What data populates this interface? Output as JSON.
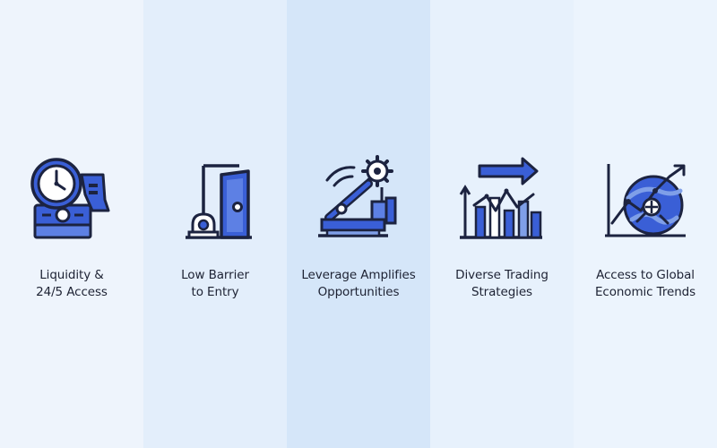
{
  "colors": {
    "panel_backgrounds": [
      "#eef4fc",
      "#e3eefb",
      "#d5e6f9",
      "#e7f1fc",
      "#ecf4fd"
    ],
    "icon_stroke": "#1c2340",
    "icon_blue": "#3a5fd6",
    "icon_blue_light": "#7f9fe8",
    "text": "#1d2233"
  },
  "panels": [
    {
      "icon": "clock-and-cash-icon",
      "label_lines": [
        "Liquidity &",
        "24/5 Access"
      ]
    },
    {
      "icon": "open-door-icon",
      "label_lines": [
        "Low Barrier",
        "to Entry"
      ]
    },
    {
      "icon": "lever-and-gear-icon",
      "label_lines": [
        "Leverage Amplifies",
        "Opportunities"
      ]
    },
    {
      "icon": "bar-chart-with-arrow-icon",
      "label_lines": [
        "Diverse Trading",
        "Strategies"
      ]
    },
    {
      "icon": "globe-trend-icon",
      "label_lines": [
        "Access to Global",
        "Economic Trends"
      ]
    }
  ]
}
